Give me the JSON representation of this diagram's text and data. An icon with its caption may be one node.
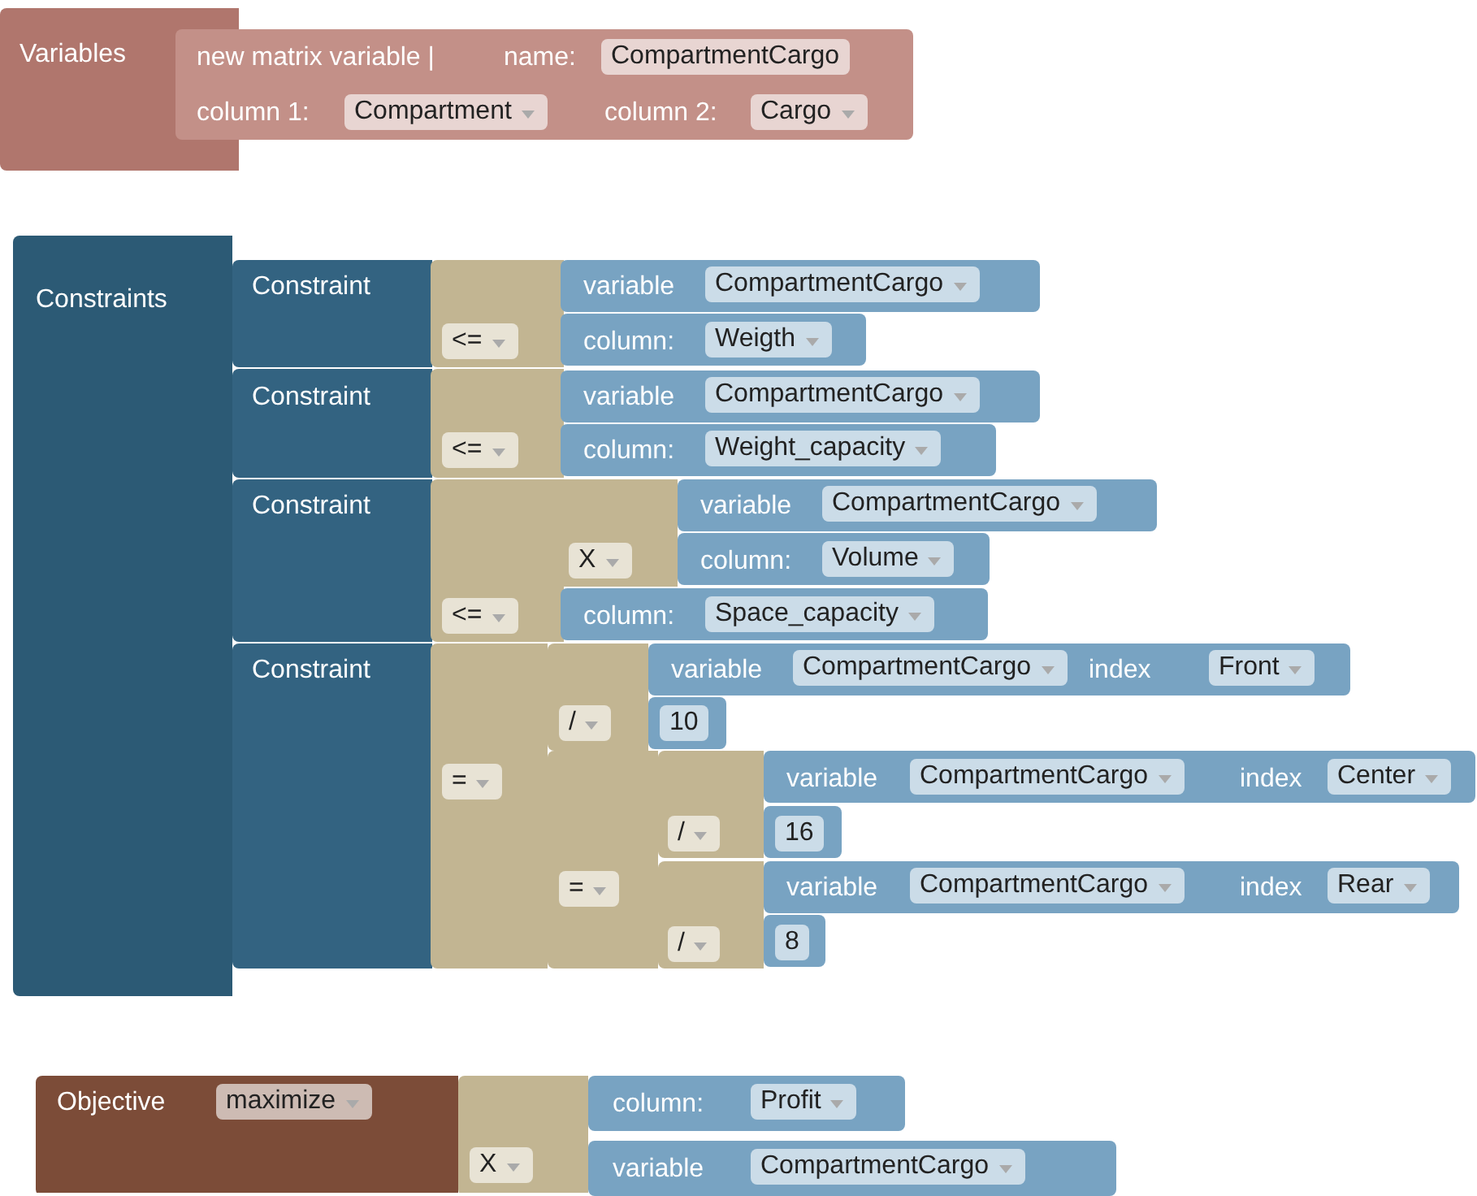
{
  "diagram": {
    "nodes": [
      {
        "text": [
          "Variables"
        ]
      },
      {
        "text": [
          "new matrix variable |",
          "name:",
          "CompartmentCargo",
          "column 1:",
          "Compartment",
          "column 2:",
          "Cargo"
        ],
        "in": 0
      },
      {
        "text": [
          "Constraints"
        ]
      },
      {
        "text": [
          "Constraint"
        ],
        "in": 2
      },
      {
        "text": [
          "<="
        ],
        "in": 3
      },
      {
        "text": [
          "variable",
          "CompartmentCargo"
        ],
        "in": 4
      },
      {
        "text": [
          "column:",
          "Weigth"
        ],
        "in": 4
      },
      {
        "text": [
          "Constraint"
        ],
        "in": 2
      },
      {
        "text": [
          "<="
        ],
        "in": 7
      },
      {
        "text": [
          "variable",
          "CompartmentCargo"
        ],
        "in": 8
      },
      {
        "text": [
          "column:",
          "Weight_capacity"
        ],
        "in": 8
      },
      {
        "text": [
          "Constraint"
        ],
        "in": 2
      },
      {
        "text": [
          "<="
        ],
        "in": 11
      },
      {
        "text": [
          "X"
        ],
        "in": 12
      },
      {
        "text": [
          "variable",
          "CompartmentCargo"
        ],
        "in": 13
      },
      {
        "text": [
          "column:",
          "Volume"
        ],
        "in": 13
      },
      {
        "text": [
          "column:",
          "Space_capacity"
        ],
        "in": 12
      },
      {
        "text": [
          "Constraint"
        ],
        "in": 2
      },
      {
        "text": [
          "="
        ],
        "in": 17
      },
      {
        "text": [
          "/"
        ],
        "in": 18
      },
      {
        "text": [
          "variable",
          "CompartmentCargo",
          "index",
          "Front"
        ],
        "in": 19
      },
      {
        "text": [
          "10"
        ],
        "in": 19
      },
      {
        "text": [
          "="
        ],
        "in": 18
      },
      {
        "text": [
          "/"
        ],
        "in": 22
      },
      {
        "text": [
          "variable",
          "CompartmentCargo",
          "index",
          "Center"
        ],
        "in": 23
      },
      {
        "text": [
          "16"
        ],
        "in": 23
      },
      {
        "text": [
          "/"
        ],
        "in": 22
      },
      {
        "text": [
          "variable",
          "CompartmentCargo",
          "index",
          "Rear"
        ],
        "in": 26
      },
      {
        "text": [
          "8"
        ],
        "in": 26
      },
      {
        "text": [
          "Objective",
          "maximize"
        ]
      },
      {
        "text": [
          "X"
        ],
        "in": 29
      },
      {
        "text": [
          "column:",
          "Profit"
        ],
        "in": 30
      },
      {
        "text": [
          "variable",
          "CompartmentCargo"
        ],
        "in": 30
      }
    ]
  }
}
